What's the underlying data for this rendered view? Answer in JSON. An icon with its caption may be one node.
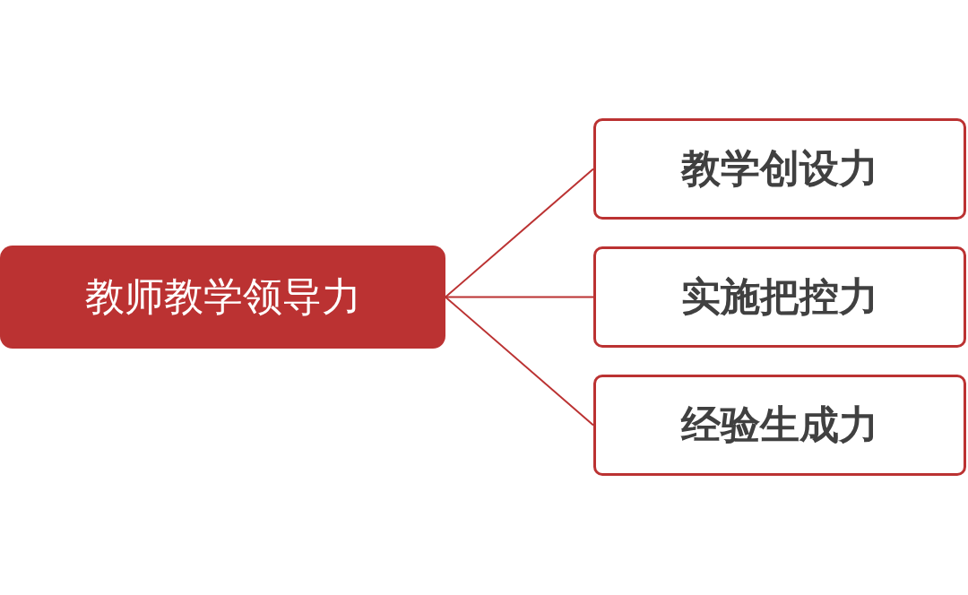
{
  "diagram": {
    "nodes": [
      {
        "text": [
          "教师教学领导力"
        ]
      },
      {
        "text": [
          "教学创设力"
        ]
      },
      {
        "text": [
          "实施把控力"
        ]
      },
      {
        "text": [
          "经验生成力"
        ]
      }
    ],
    "edges": [
      {
        "from": 0,
        "to": 1,
        "arrow": "none"
      },
      {
        "from": 0,
        "to": 2,
        "arrow": "none"
      },
      {
        "from": 0,
        "to": 3,
        "arrow": "none"
      }
    ]
  }
}
